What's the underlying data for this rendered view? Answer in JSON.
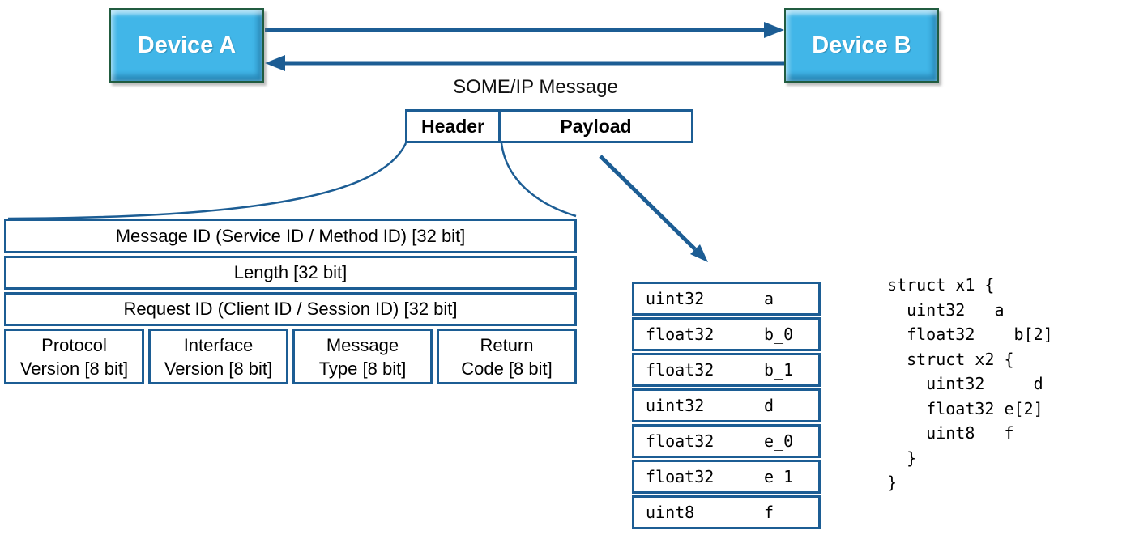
{
  "colors": {
    "accent": "#1C5D94",
    "device_fill": "#41B6E8",
    "device_border": "#215C40",
    "device_text": "#FFFFFF",
    "text": "#111111"
  },
  "devices": {
    "a_label": "Device A",
    "b_label": "Device B"
  },
  "message": {
    "title": "SOME/IP Message",
    "header_label": "Header",
    "payload_label": "Payload"
  },
  "header_table": {
    "rows_32bit": [
      "Message ID (Service ID / Method ID) [32 bit]",
      "Length [32 bit]",
      "Request ID (Client ID / Session ID) [32 bit]"
    ],
    "rows_8bit": [
      {
        "line1": "Protocol",
        "line2": "Version [8 bit]"
      },
      {
        "line1": "Interface",
        "line2": "Version [8 bit]"
      },
      {
        "line1": "Message",
        "line2": "Type [8 bit]"
      },
      {
        "line1": "Return",
        "line2": "Code [8 bit]"
      }
    ]
  },
  "payload_table": {
    "rows": [
      {
        "type": "uint32",
        "name": "a"
      },
      {
        "type": "float32",
        "name": "b_0"
      },
      {
        "type": "float32",
        "name": "b_1"
      },
      {
        "type": "uint32",
        "name": "d"
      },
      {
        "type": "float32",
        "name": "e_0"
      },
      {
        "type": "float32",
        "name": "e_1"
      },
      {
        "type": "uint8",
        "name": "f"
      }
    ]
  },
  "code": {
    "lines": [
      "struct x1 {",
      "  uint32   a",
      "  float32    b[2]",
      "  struct x2 {",
      "    uint32     d",
      "    float32 e[2]",
      "    uint8   f",
      "  }",
      "}"
    ]
  }
}
